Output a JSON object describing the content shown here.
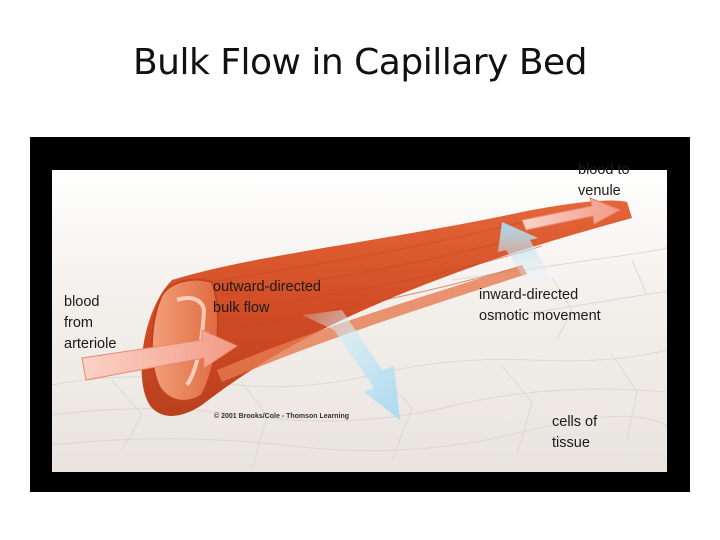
{
  "slide": {
    "title": "Bulk Flow in Capillary Bed"
  },
  "figure": {
    "labels": {
      "blood_to_venule": [
        "blood to",
        "venule"
      ],
      "outward_bulk_flow": [
        "outward-directed",
        "bulk flow"
      ],
      "inward_osmotic": [
        "inward-directed",
        "osmotic movement"
      ],
      "blood_from_arteriole": [
        "blood",
        "from",
        "arteriole"
      ],
      "cells_of_tissue": [
        "cells of",
        "tissue"
      ]
    },
    "credit": "© 2001 Brooks/Cole - Thomson Learning",
    "colors": {
      "capillary": "#d9552c",
      "capillary_dark": "#b53a1b",
      "capillary_light": "#ee8a5c",
      "blood_arrow": "#f6b6a6",
      "fluid_arrow": "#bfe3f2",
      "tissue": "#f4f1ee",
      "frame": "#000000"
    }
  }
}
